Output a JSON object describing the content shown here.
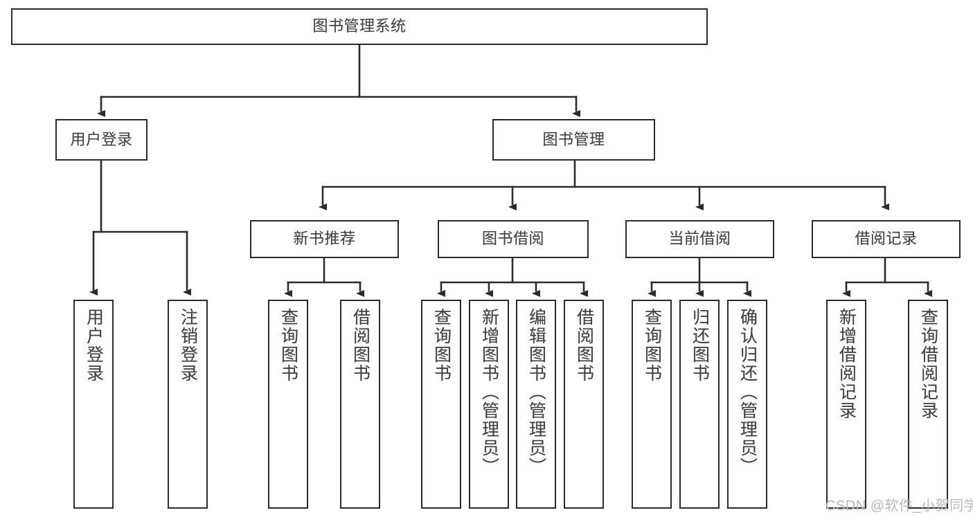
{
  "diagram": {
    "type": "tree-hierarchy-chart",
    "title": "图书管理系统",
    "orientation": "top-down",
    "colors": {
      "background": "#ffffff",
      "stroke": "#2b2b2b",
      "text": "#404040",
      "watermark": "#b9b9b9"
    },
    "levels": {
      "root": {
        "label": "图书管理系统"
      },
      "level2": [
        {
          "label": "用户登录"
        },
        {
          "label": "图书管理"
        }
      ],
      "level3": [
        {
          "label": "新书推荐"
        },
        {
          "label": "图书借阅"
        },
        {
          "label": "当前借阅"
        },
        {
          "label": "借阅记录"
        }
      ],
      "leaves": {
        "user_login": [
          {
            "label": "用户登录"
          },
          {
            "label": "注销登录"
          }
        ],
        "new_book_recommend": [
          {
            "label": "查询图书"
          },
          {
            "label": "借阅图书"
          }
        ],
        "book_borrow": [
          {
            "label": "查询图书"
          },
          {
            "label": "新增图书（管理员）"
          },
          {
            "label": "编辑图书（管理员）"
          },
          {
            "label": "借阅图书"
          }
        ],
        "current_borrow": [
          {
            "label": "查询图书"
          },
          {
            "label": "归还图书"
          },
          {
            "label": "确认归还（管理员）"
          }
        ],
        "borrow_record": [
          {
            "label": "新增借阅记录"
          },
          {
            "label": "查询借阅记录"
          }
        ]
      }
    }
  },
  "watermark": {
    "text": "CSDN @软件_小贺同学"
  }
}
